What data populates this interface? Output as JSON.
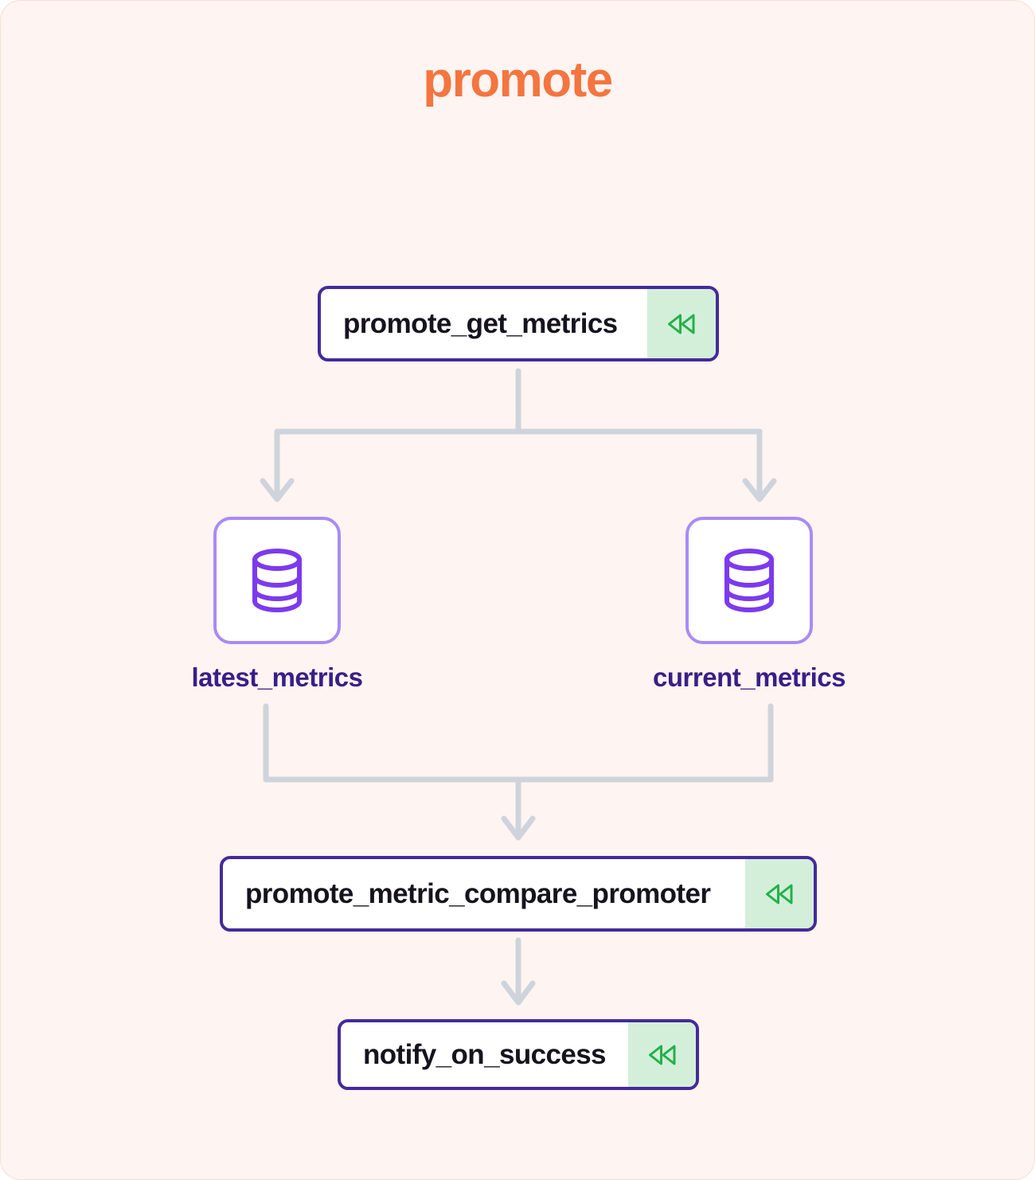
{
  "page": {
    "background_color": "#FEF4F1",
    "border_color": "#F7DFD3"
  },
  "header": {
    "title": "promote",
    "title_color": "#F4753F"
  },
  "theme": {
    "task_border": "#442A9B",
    "task_text": "#16131F",
    "badge_background": "#D4EFD9",
    "badge_icon_color": "#22B14C",
    "dataset_border": "#A98BF5",
    "dataset_icon_color": "#7C3AED",
    "dataset_label_color": "#3B1D87",
    "edge_color": "#CFD4DC"
  },
  "graph": {
    "type": "dag",
    "tasks": [
      {
        "id": "promote_get_metrics",
        "label": "promote_get_metrics",
        "badge_icon": "rewind-icon"
      },
      {
        "id": "promote_metric_compare_promoter",
        "label": "promote_metric_compare_promoter",
        "badge_icon": "rewind-icon"
      },
      {
        "id": "notify_on_success",
        "label": "notify_on_success",
        "badge_icon": "rewind-icon"
      }
    ],
    "datasets": [
      {
        "id": "latest_metrics",
        "label": "latest_metrics",
        "icon": "database-icon"
      },
      {
        "id": "current_metrics",
        "label": "current_metrics",
        "icon": "database-icon"
      }
    ],
    "edges": [
      {
        "from": "promote_get_metrics",
        "to": "latest_metrics"
      },
      {
        "from": "promote_get_metrics",
        "to": "current_metrics"
      },
      {
        "from": "latest_metrics",
        "to": "promote_metric_compare_promoter"
      },
      {
        "from": "current_metrics",
        "to": "promote_metric_compare_promoter"
      },
      {
        "from": "promote_metric_compare_promoter",
        "to": "notify_on_success"
      }
    ]
  }
}
